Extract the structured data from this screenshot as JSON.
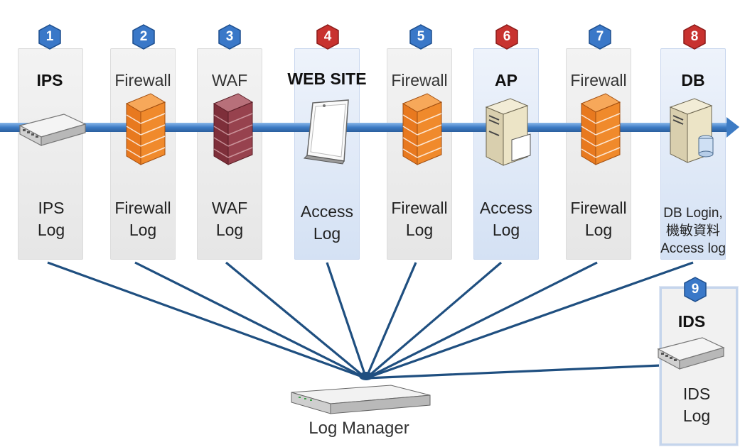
{
  "nodes": [
    {
      "num": "1",
      "title": "IPS",
      "log": [
        "IPS",
        "Log"
      ]
    },
    {
      "num": "2",
      "title": "Firewall",
      "log": [
        "Firewall",
        "Log"
      ]
    },
    {
      "num": "3",
      "title": "WAF",
      "log": [
        "WAF",
        "Log"
      ]
    },
    {
      "num": "4",
      "title": "WEB SITE",
      "log": [
        "Access",
        "Log"
      ]
    },
    {
      "num": "5",
      "title": "Firewall",
      "log": [
        "Firewall",
        "Log"
      ]
    },
    {
      "num": "6",
      "title": "AP",
      "log": [
        "Access",
        "Log"
      ]
    },
    {
      "num": "7",
      "title": "Firewall",
      "log": [
        "Firewall",
        "Log"
      ]
    },
    {
      "num": "8",
      "title": "DB",
      "log": [
        "DB Login,",
        "機敏資料",
        "Access log"
      ]
    }
  ],
  "ids": {
    "num": "9",
    "title": "IDS",
    "log": [
      "IDS",
      "Log"
    ]
  },
  "manager": {
    "label": "Log Manager"
  },
  "colors": {
    "badge_blue": "#3a78c8",
    "badge_red": "#c8322f",
    "backbone": "#4a84c6",
    "connector": "#1f4f80"
  }
}
